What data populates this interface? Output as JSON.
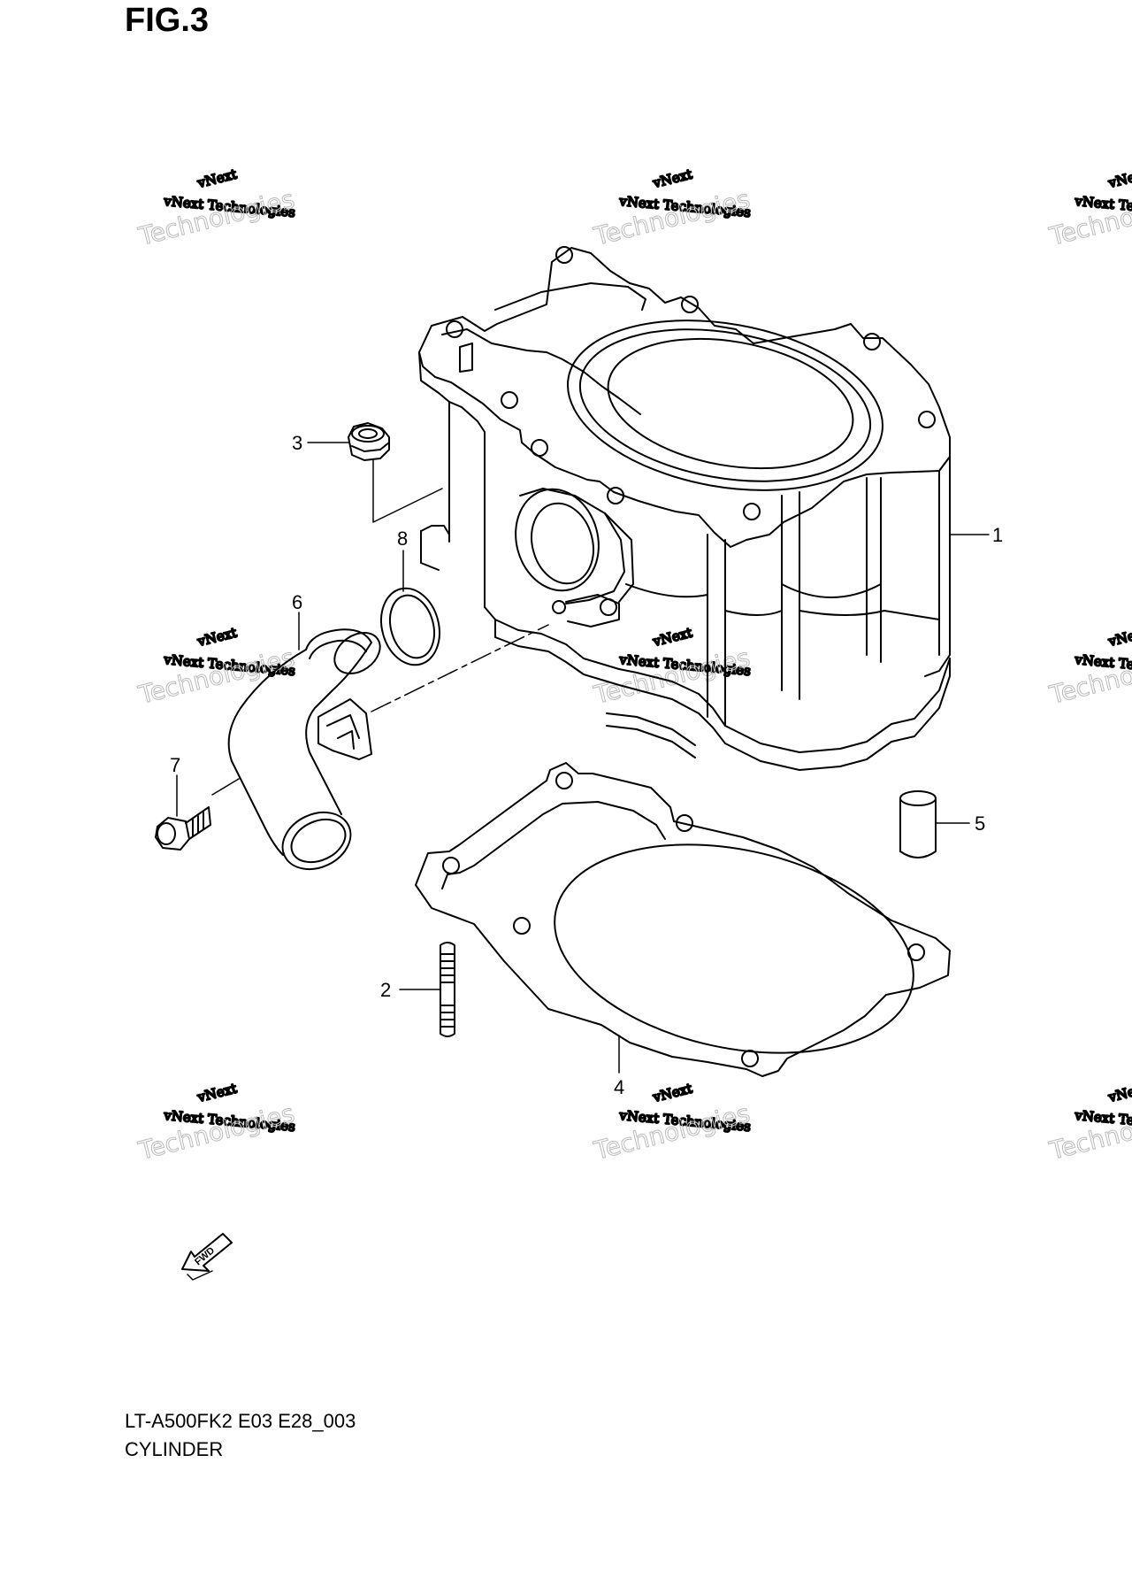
{
  "figure": {
    "title": "FIG.3"
  },
  "caption": {
    "model": "LT-A500FK2 E03 E28_003",
    "name": "CYLINDER"
  },
  "fwd_label": "FWD",
  "watermark": {
    "line1": "vNext",
    "line2": "vNext Technologies",
    "line3": "Technologies"
  },
  "callouts": [
    "1",
    "2",
    "3",
    "4",
    "5",
    "6",
    "7",
    "8"
  ],
  "parts": [
    {
      "ref": "1",
      "name": "cylinder"
    },
    {
      "ref": "2",
      "name": "stud"
    },
    {
      "ref": "3",
      "name": "nut"
    },
    {
      "ref": "4",
      "name": "cylinder-gasket"
    },
    {
      "ref": "5",
      "name": "dowel-pin"
    },
    {
      "ref": "6",
      "name": "water-inlet-pipe"
    },
    {
      "ref": "7",
      "name": "bolt"
    },
    {
      "ref": "8",
      "name": "o-ring"
    }
  ]
}
